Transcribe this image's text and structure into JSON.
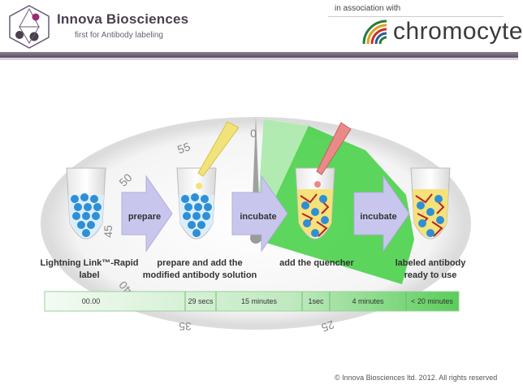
{
  "header": {
    "brand_name": "Innova Biosciences",
    "brand_tagline": "first for Antibody labeling",
    "association_text": "in association with",
    "partner_name": "chromocyte"
  },
  "figure": {
    "dial_numbers": [
      "0",
      "55",
      "50",
      "45",
      "40",
      "35",
      "25"
    ],
    "steps": [
      {
        "arrow_label": "prepare"
      },
      {
        "arrow_label": "incubate"
      },
      {
        "arrow_label": "incubate"
      }
    ],
    "captions": [
      {
        "line1": "Lightning Link™-Rapid",
        "line2": "label"
      },
      {
        "line1": "prepare and add the",
        "line2": "modified antibody solution"
      },
      {
        "line1": "add the quencher",
        "line2": ""
      },
      {
        "line1": "labeled antibody",
        "line2": "ready to use"
      }
    ],
    "timeline": [
      "00.00",
      "29 secs",
      "15 minutes",
      "1sec",
      "4 minutes",
      "< 20 minutes"
    ]
  },
  "footer": {
    "copyright": "© Innova Biosciences ltd. 2012. All rights reserved"
  },
  "colors": {
    "brand_purple": "#5a4a6a",
    "arrow_fill": "#c9c6ee",
    "timer_green": "#3fcf3f",
    "bead_blue": "#2e8fd6",
    "quencher_red": "#b8232a",
    "liquid_yellow": "#f5e27a"
  }
}
